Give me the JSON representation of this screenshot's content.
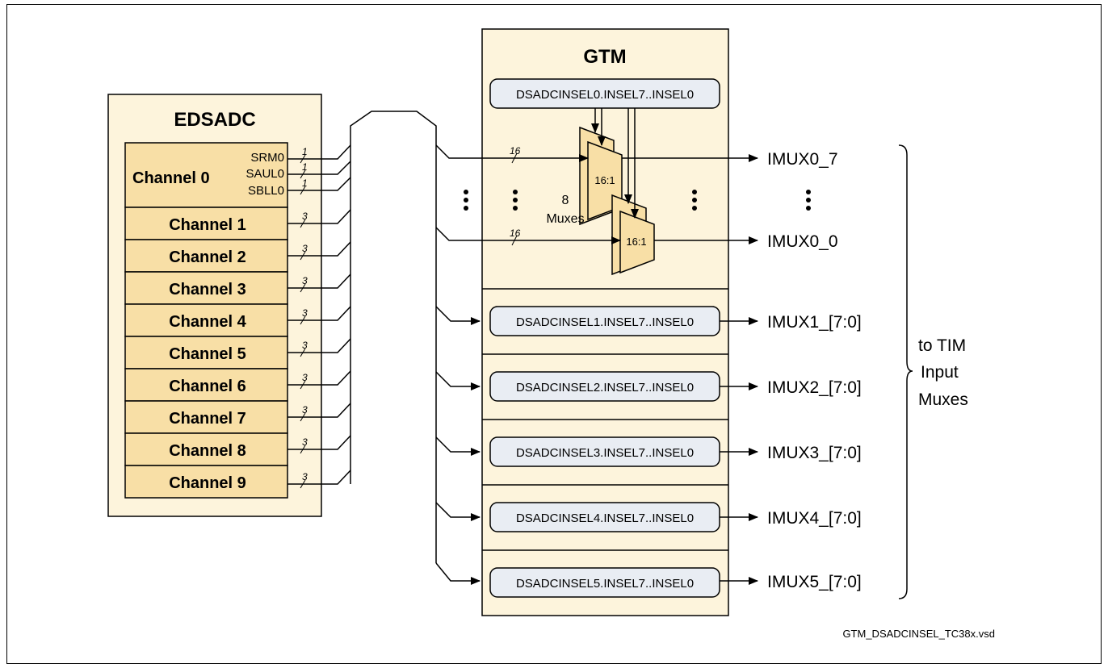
{
  "edsadc": {
    "title": "EDSADC",
    "channels": [
      "Channel 0",
      "Channel 1",
      "Channel 2",
      "Channel 3",
      "Channel 4",
      "Channel 5",
      "Channel 6",
      "Channel 7",
      "Channel 8",
      "Channel 9"
    ],
    "channel0_signals": [
      "SRM0",
      "SAUL0",
      "SBLL0"
    ],
    "signal_width_single": "1",
    "signal_width_group": "3"
  },
  "gtm": {
    "title": "GTM",
    "registers": [
      "DSADCINSEL0.INSEL7..INSEL0",
      "DSADCINSEL1.INSEL7..INSEL0",
      "DSADCINSEL2.INSEL7..INSEL0",
      "DSADCINSEL3.INSEL7..INSEL0",
      "DSADCINSEL4.INSEL7..INSEL0",
      "DSADCINSEL5.INSEL7..INSEL0"
    ],
    "mux_label": "16:1",
    "mux_count": "8",
    "mux_count_label": "Muxes",
    "bus_width": "16"
  },
  "outputs": [
    "IMUX0_7",
    "IMUX0_0",
    "IMUX1_[7:0]",
    "IMUX2_[7:0]",
    "IMUX3_[7:0]",
    "IMUX4_[7:0]",
    "IMUX5_[7:0]"
  ],
  "bracket_label": [
    "to TIM",
    "Input",
    "Muxes"
  ],
  "filename": "GTM_DSADCINSEL_TC38x.vsd",
  "colors": {
    "outer_fill": "#fdf4dc",
    "channel_fill": "#f8dfa6",
    "register_fill": "#e9edf3",
    "stroke": "#000000"
  }
}
